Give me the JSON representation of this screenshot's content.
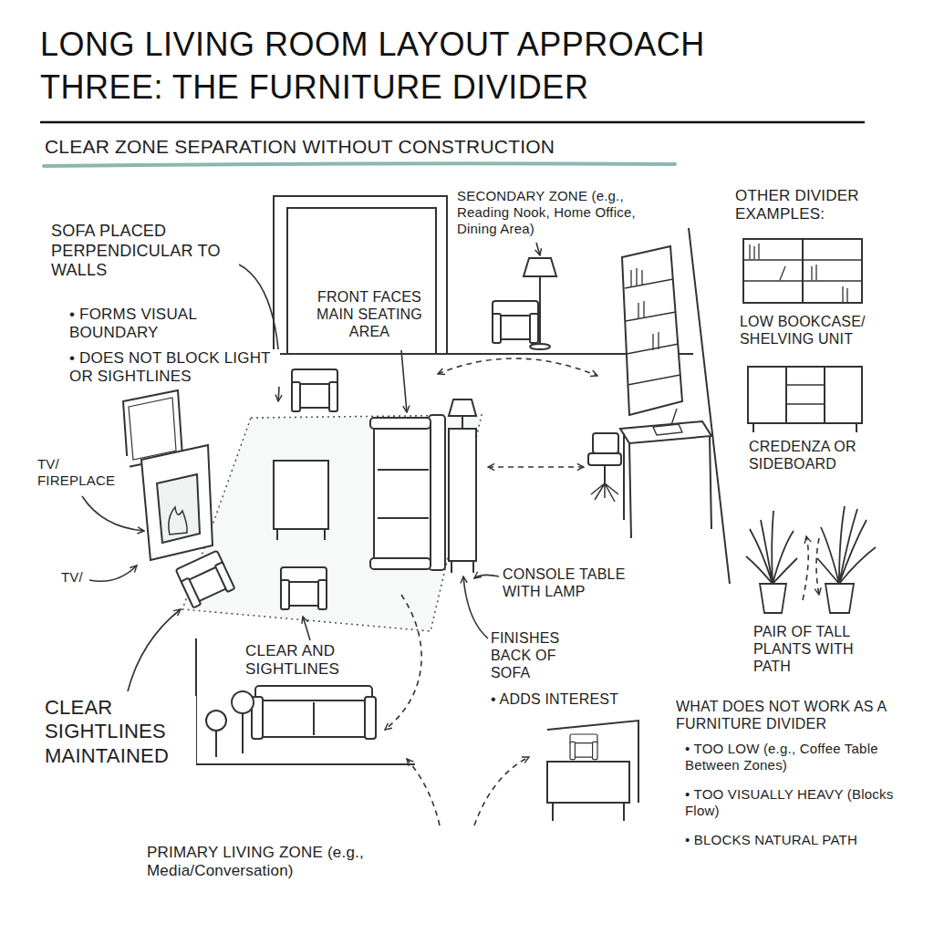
{
  "diagram": {
    "title": "LONG LIVING ROOM LAYOUT APPROACH THREE: THE FURNITURE DIVIDER",
    "labels": [
      "CLEAR ZONE SEPARATION WITHOUT CONSTRUCTION",
      "SOFA PLACED PERPENDICULAR TO WALLS",
      "• FORMS VISUAL BOUNDARY",
      "• DOES NOT BLOCK LIGHT OR SIGHTLINES",
      "SECONDARY ZONE (e.g., Reading Nook, Home Office, Dining Area)",
      "FRONT FACES MAIN SEATING AREA",
      "OTHER DIVIDER EXAMPLES:",
      "LOW BOOKCASE/ SHELVING UNIT",
      "TV/ FIREPLACE",
      "TV/",
      "CREDENZA OR SIDEBOARD",
      "CONSOLE TABLE WITH LAMP",
      "PAIR OF TALL PLANTS WITH PATH",
      "FINISHES BACK OF SOFA",
      "• ADDS INTEREST",
      "CLEAR AND SIGHTLINES",
      "CLEAR SIGHTLINES MAINTAINED",
      "WHAT DOES NOT WORK AS A FURNITURE DIVIDER",
      "• TOO LOW (e.g., Coffee Table Between Zones)",
      "• TOO VISUALLY HEAVY (Blocks Flow)",
      "• BLOCKS NATURAL PATH",
      "PRIMARY LIVING ZONE (e.g., Media/Conversation)"
    ]
  }
}
